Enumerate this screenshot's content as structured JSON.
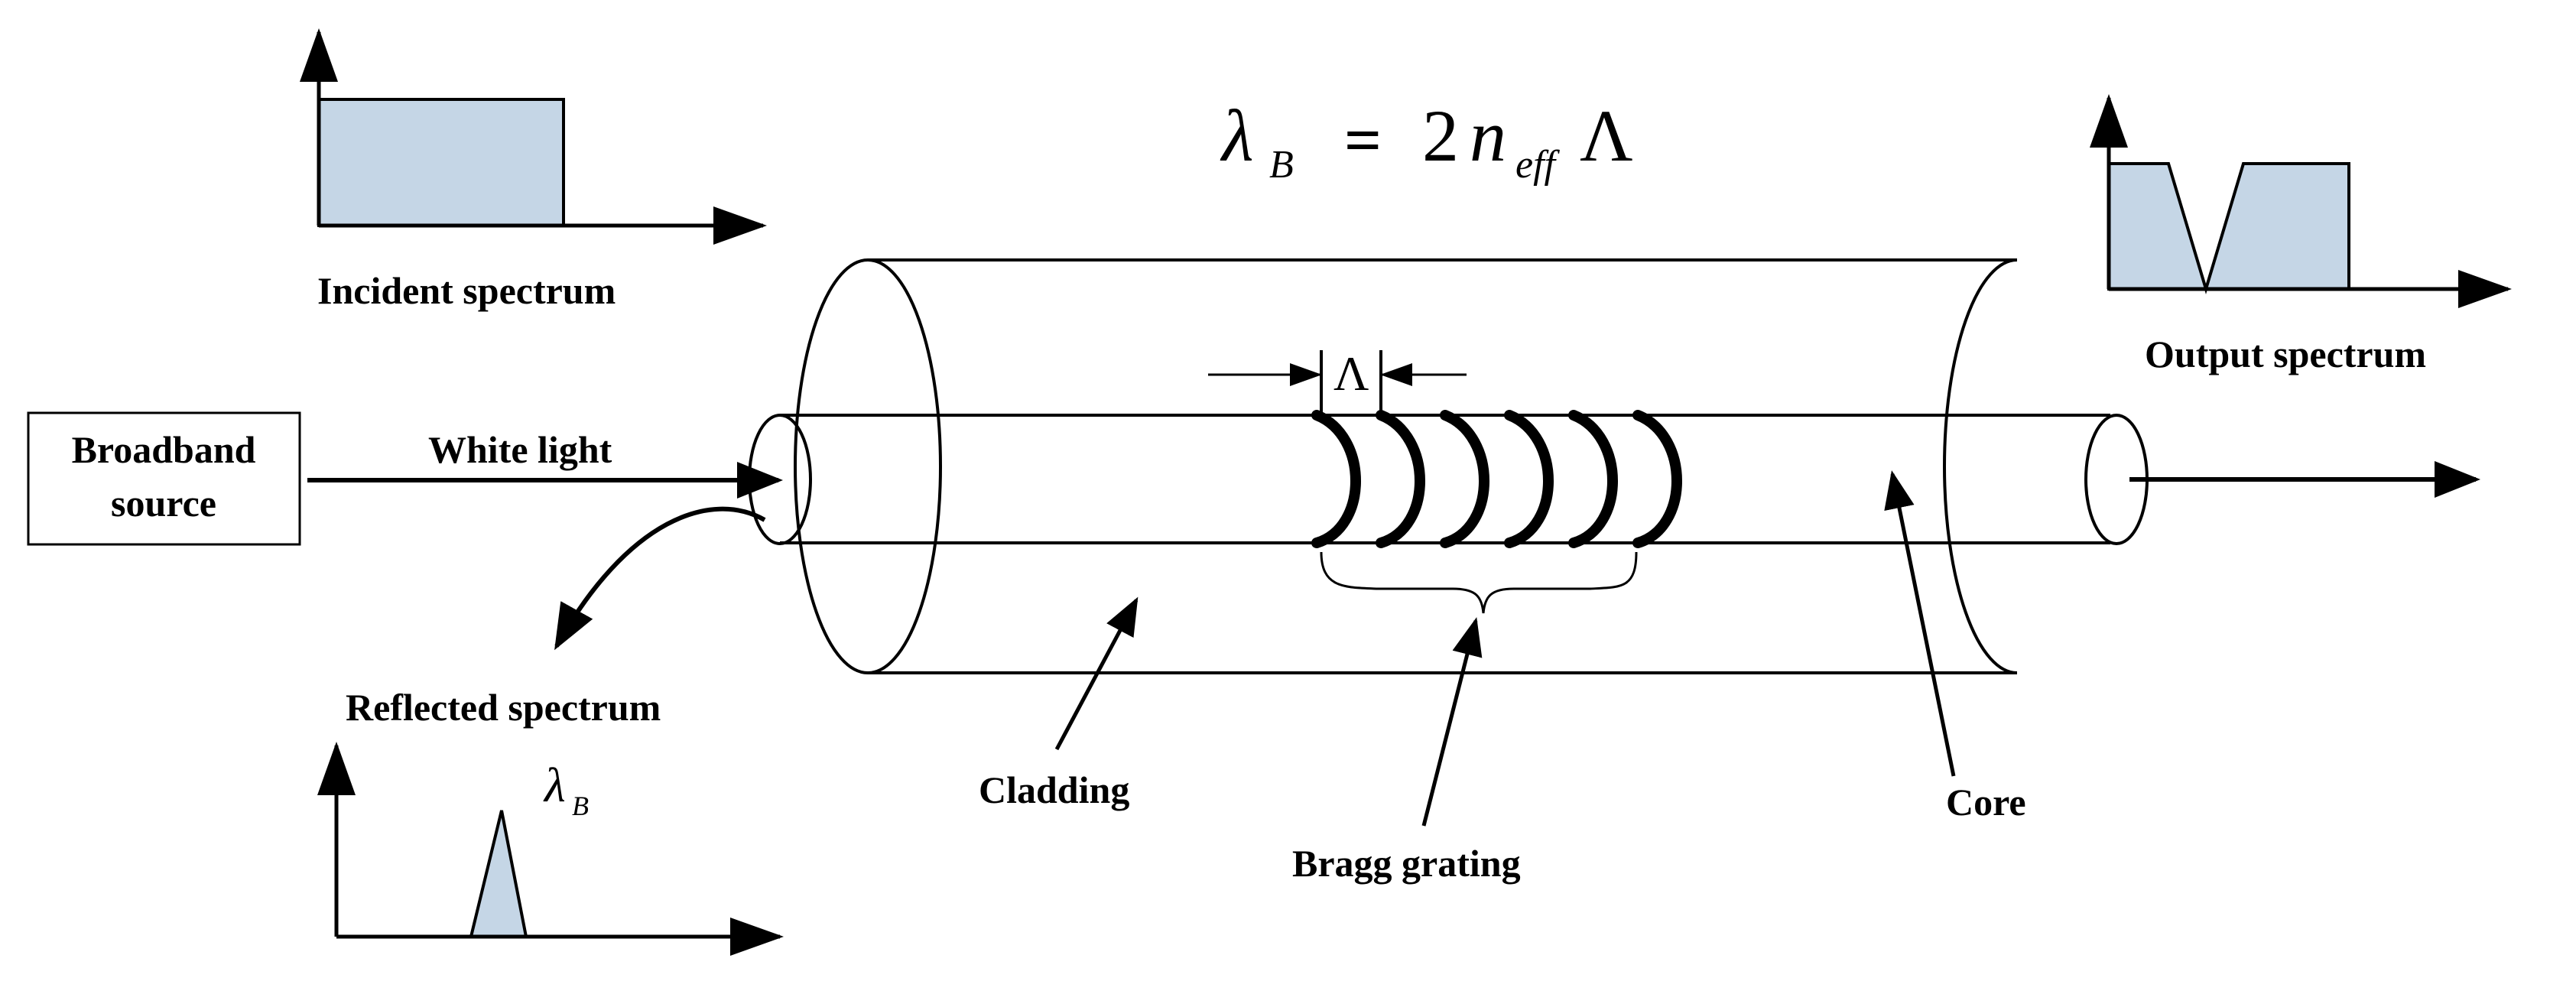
{
  "equation": {
    "lambda": "λ",
    "lambda_sub": "B",
    "equals": "=",
    "two": "2",
    "n": "n",
    "n_sub": "eff",
    "period": "Λ"
  },
  "labels": {
    "incident_spectrum": "Incident spectrum",
    "output_spectrum": "Output spectrum",
    "reflected_spectrum": "Reflected spectrum",
    "white_light": "White light",
    "cladding": "Cladding",
    "bragg_grating": "Bragg grating",
    "core": "Core",
    "period_symbol": "Λ",
    "reflected_lambda": "λ",
    "reflected_lambda_sub": "B"
  },
  "source_box": {
    "line1": "Broadband",
    "line2": "source"
  },
  "colors": {
    "spectrum_fill": "#c5d6e6",
    "line": "#000000"
  },
  "icons": {
    "arrow": "arrowhead"
  }
}
